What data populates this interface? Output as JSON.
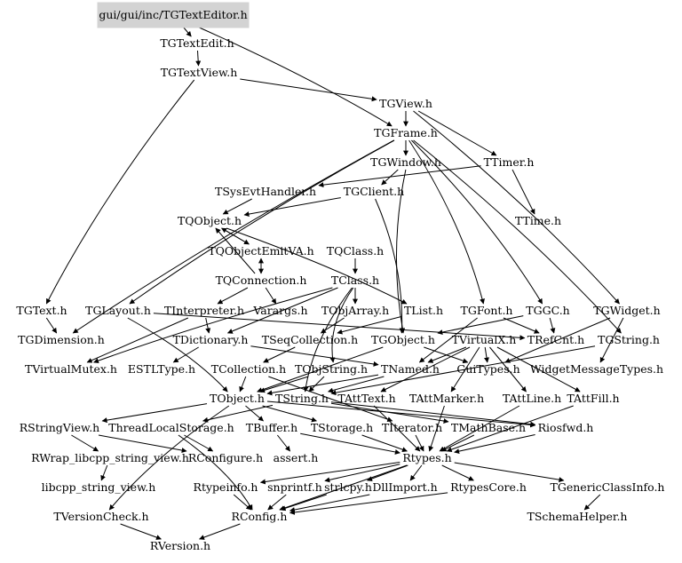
{
  "graph": {
    "root": "gui/gui/inc/TGTextEditor.h",
    "nodes": [
      {
        "id": "TGTextEditor",
        "label": "gui/gui/inc/TGTextEditor.h",
        "highlighted": true
      },
      {
        "id": "TGTextEdit",
        "label": "TGTextEdit.h"
      },
      {
        "id": "TGTextView",
        "label": "TGTextView.h"
      },
      {
        "id": "TGView",
        "label": "TGView.h"
      },
      {
        "id": "TGFrame",
        "label": "TGFrame.h"
      },
      {
        "id": "TGWindow",
        "label": "TGWindow.h"
      },
      {
        "id": "TTimer",
        "label": "TTimer.h"
      },
      {
        "id": "TSysEvtHandler",
        "label": "TSysEvtHandler.h"
      },
      {
        "id": "TGClient",
        "label": "TGClient.h"
      },
      {
        "id": "TQObject",
        "label": "TQObject.h"
      },
      {
        "id": "TTime",
        "label": "TTime.h"
      },
      {
        "id": "TQObjectEmitVA",
        "label": "TQObjectEmitVA.h"
      },
      {
        "id": "TQClass",
        "label": "TQClass.h"
      },
      {
        "id": "TQConnection",
        "label": "TQConnection.h"
      },
      {
        "id": "TClass",
        "label": "TClass.h"
      },
      {
        "id": "TGText",
        "label": "TGText.h"
      },
      {
        "id": "TGLayout",
        "label": "TGLayout.h"
      },
      {
        "id": "TInterpreter",
        "label": "TInterpreter.h"
      },
      {
        "id": "Varargs",
        "label": "Varargs.h"
      },
      {
        "id": "TObjArray",
        "label": "TObjArray.h"
      },
      {
        "id": "TList",
        "label": "TList.h"
      },
      {
        "id": "TGFont",
        "label": "TGFont.h"
      },
      {
        "id": "TGGC",
        "label": "TGGC.h"
      },
      {
        "id": "TGWidget",
        "label": "TGWidget.h"
      },
      {
        "id": "TGDimension",
        "label": "TGDimension.h"
      },
      {
        "id": "TDictionary",
        "label": "TDictionary.h"
      },
      {
        "id": "TSeqCollection",
        "label": "TSeqCollection.h"
      },
      {
        "id": "TGObject",
        "label": "TGObject.h"
      },
      {
        "id": "TVirtualX",
        "label": "TVirtualX.h"
      },
      {
        "id": "TRefCnt",
        "label": "TRefCnt.h"
      },
      {
        "id": "TGString",
        "label": "TGString.h"
      },
      {
        "id": "TVirtualMutex",
        "label": "TVirtualMutex.h"
      },
      {
        "id": "ESTLType",
        "label": "ESTLType.h"
      },
      {
        "id": "TCollection",
        "label": "TCollection.h"
      },
      {
        "id": "TObjString",
        "label": "TObjString.h"
      },
      {
        "id": "TNamed",
        "label": "TNamed.h"
      },
      {
        "id": "GuiTypes",
        "label": "GuiTypes.h"
      },
      {
        "id": "WidgetMessageTypes",
        "label": "WidgetMessageTypes.h"
      },
      {
        "id": "TObject",
        "label": "TObject.h"
      },
      {
        "id": "TString",
        "label": "TString.h"
      },
      {
        "id": "TAttText",
        "label": "TAttText.h"
      },
      {
        "id": "TAttMarker",
        "label": "TAttMarker.h"
      },
      {
        "id": "TAttLine",
        "label": "TAttLine.h"
      },
      {
        "id": "TAttFill",
        "label": "TAttFill.h"
      },
      {
        "id": "RStringView",
        "label": "RStringView.h"
      },
      {
        "id": "ThreadLocalStorage",
        "label": "ThreadLocalStorage.h"
      },
      {
        "id": "TBuffer",
        "label": "TBuffer.h"
      },
      {
        "id": "TStorage",
        "label": "TStorage.h"
      },
      {
        "id": "TIterator",
        "label": "TIterator.h"
      },
      {
        "id": "TMathBase",
        "label": "TMathBase.h"
      },
      {
        "id": "Riosfwd",
        "label": "Riosfwd.h"
      },
      {
        "id": "RWrap_libcpp_string_view",
        "label": "RWrap_libcpp_string_view.h"
      },
      {
        "id": "RConfigure",
        "label": "RConfigure.h"
      },
      {
        "id": "assert",
        "label": "assert.h"
      },
      {
        "id": "Rtypes",
        "label": "Rtypes.h"
      },
      {
        "id": "libcpp_string_view",
        "label": "libcpp_string_view.h"
      },
      {
        "id": "Rtypeinfo",
        "label": "Rtypeinfo.h"
      },
      {
        "id": "snprintf",
        "label": "snprintf.h"
      },
      {
        "id": "strlcpy",
        "label": "strlcpy.h"
      },
      {
        "id": "DllImport",
        "label": "DllImport.h"
      },
      {
        "id": "RtypesCore",
        "label": "RtypesCore.h"
      },
      {
        "id": "TGenericClassInfo",
        "label": "TGenericClassInfo.h"
      },
      {
        "id": "TVersionCheck",
        "label": "TVersionCheck.h"
      },
      {
        "id": "RConfig",
        "label": "RConfig.h"
      },
      {
        "id": "TSchemaHelper",
        "label": "TSchemaHelper.h"
      },
      {
        "id": "RVersion",
        "label": "RVersion.h"
      }
    ],
    "edges": [
      [
        "TGTextEditor",
        "TGTextEdit"
      ],
      [
        "TGTextEditor",
        "TGFrame"
      ],
      [
        "TGTextEdit",
        "TGTextView"
      ],
      [
        "TGTextView",
        "TGView"
      ],
      [
        "TGTextView",
        "TGText"
      ],
      [
        "TGView",
        "TGFrame"
      ],
      [
        "TGView",
        "TTimer"
      ],
      [
        "TGView",
        "TGWidget"
      ],
      [
        "TGFrame",
        "TGWindow"
      ],
      [
        "TGFrame",
        "TGDimension"
      ],
      [
        "TGFrame",
        "TGGC"
      ],
      [
        "TGFrame",
        "TGFont"
      ],
      [
        "TGFrame",
        "TGString"
      ],
      [
        "TGFrame",
        "TGLayout"
      ],
      [
        "TGWindow",
        "TGClient"
      ],
      [
        "TGWindow",
        "TGObject"
      ],
      [
        "TGClient",
        "TQObject"
      ],
      [
        "TGClient",
        "TGObject"
      ],
      [
        "TTimer",
        "TSysEvtHandler"
      ],
      [
        "TTimer",
        "TTime"
      ],
      [
        "TSysEvtHandler",
        "TQObject"
      ],
      [
        "TQObject",
        "TQObjectEmitVA"
      ],
      [
        "TQObject",
        "TList"
      ],
      [
        "TQObjectEmitVA",
        "TQConnection"
      ],
      [
        "TQObjectEmitVA",
        "TQObject"
      ],
      [
        "TQConnection",
        "TQObjectEmitVA"
      ],
      [
        "TQConnection",
        "TQObject"
      ],
      [
        "TQConnection",
        "Varargs"
      ],
      [
        "TQConnection",
        "TInterpreter"
      ],
      [
        "TQClass",
        "TClass"
      ],
      [
        "TClass",
        "TObjArray"
      ],
      [
        "TClass",
        "TDictionary"
      ],
      [
        "TClass",
        "TObjString"
      ],
      [
        "TClass",
        "TVirtualMutex"
      ],
      [
        "TClass",
        "TString"
      ],
      [
        "TInterpreter",
        "TDictionary"
      ],
      [
        "TInterpreter",
        "TVirtualMutex"
      ],
      [
        "TObjArray",
        "TSeqCollection"
      ],
      [
        "TList",
        "TSeqCollection"
      ],
      [
        "TSeqCollection",
        "TCollection"
      ],
      [
        "TDictionary",
        "TNamed"
      ],
      [
        "TDictionary",
        "ESTLType"
      ],
      [
        "TCollection",
        "TObject"
      ],
      [
        "TCollection",
        "TIterator"
      ],
      [
        "TObjString",
        "TObject"
      ],
      [
        "TObjString",
        "TString"
      ],
      [
        "TNamed",
        "TObject"
      ],
      [
        "TNamed",
        "TString"
      ],
      [
        "TGObject",
        "TObject"
      ],
      [
        "TGObject",
        "GuiTypes"
      ],
      [
        "TVirtualX",
        "TNamed"
      ],
      [
        "TVirtualX",
        "GuiTypes"
      ],
      [
        "TVirtualX",
        "TAttLine"
      ],
      [
        "TVirtualX",
        "TAttFill"
      ],
      [
        "TVirtualX",
        "TAttText"
      ],
      [
        "TVirtualX",
        "TAttMarker"
      ],
      [
        "TGFont",
        "TNamed"
      ],
      [
        "TGFont",
        "TRefCnt"
      ],
      [
        "TGGC",
        "TGObject"
      ],
      [
        "TGGC",
        "TRefCnt"
      ],
      [
        "TGWidget",
        "WidgetMessageTypes"
      ],
      [
        "TGWidget",
        "GuiTypes"
      ],
      [
        "TGString",
        "TString"
      ],
      [
        "TGLayout",
        "TObject"
      ],
      [
        "TGLayout",
        "TRefCnt"
      ],
      [
        "TGText",
        "TGDimension"
      ],
      [
        "TObject",
        "RStringView"
      ],
      [
        "TObject",
        "TStorage"
      ],
      [
        "TObject",
        "TBuffer"
      ],
      [
        "TObject",
        "TVersionCheck"
      ],
      [
        "TObject",
        "Riosfwd"
      ],
      [
        "TString",
        "TMathBase"
      ],
      [
        "TString",
        "ThreadLocalStorage"
      ],
      [
        "TString",
        "Riosfwd"
      ],
      [
        "TAttText",
        "Rtypes"
      ],
      [
        "TAttMarker",
        "Rtypes"
      ],
      [
        "TAttLine",
        "Rtypes"
      ],
      [
        "TAttFill",
        "Rtypes"
      ],
      [
        "RStringView",
        "RWrap_libcpp_string_view"
      ],
      [
        "RStringView",
        "RConfigure"
      ],
      [
        "ThreadLocalStorage",
        "RConfigure"
      ],
      [
        "ThreadLocalStorage",
        "RConfig"
      ],
      [
        "TBuffer",
        "assert"
      ],
      [
        "TBuffer",
        "Rtypes"
      ],
      [
        "TStorage",
        "Rtypes"
      ],
      [
        "TIterator",
        "Rtypes"
      ],
      [
        "TMathBase",
        "Rtypes"
      ],
      [
        "Riosfwd",
        "Rtypes"
      ],
      [
        "RWrap_libcpp_string_view",
        "libcpp_string_view"
      ],
      [
        "Rtypes",
        "Rtypeinfo"
      ],
      [
        "Rtypes",
        "snprintf"
      ],
      [
        "Rtypes",
        "strlcpy"
      ],
      [
        "Rtypes",
        "DllImport"
      ],
      [
        "Rtypes",
        "RtypesCore"
      ],
      [
        "Rtypes",
        "TGenericClassInfo"
      ],
      [
        "Rtypes",
        "RConfig"
      ],
      [
        "snprintf",
        "RConfig"
      ],
      [
        "strlcpy",
        "RConfig"
      ],
      [
        "DllImport",
        "RConfig"
      ],
      [
        "RtypesCore",
        "RConfig"
      ],
      [
        "Rtypeinfo",
        "RConfig"
      ],
      [
        "TGenericClassInfo",
        "TSchemaHelper"
      ],
      [
        "TVersionCheck",
        "RVersion"
      ],
      [
        "RConfig",
        "RVersion"
      ]
    ]
  }
}
